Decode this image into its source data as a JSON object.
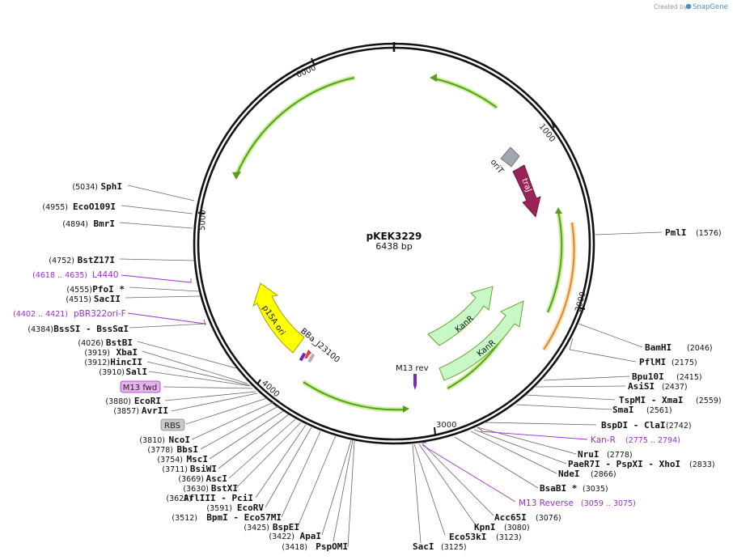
{
  "header": {
    "credit": "Created by",
    "brand": "SnapGene"
  },
  "plasmid": {
    "name": "pKEK3229",
    "size": "6438 bp",
    "length": 6438
  },
  "ticks": [
    "1000",
    "2000",
    "3000",
    "4000",
    "5000",
    "6000"
  ],
  "enzymes": [
    {
      "name": "PmlI",
      "pos": "(1576)"
    },
    {
      "name": "BamHI",
      "pos": "(2046)"
    },
    {
      "name": "PflMI",
      "pos": "(2175)"
    },
    {
      "name": "Bpu10I",
      "pos": "(2415)"
    },
    {
      "name": "AsiSI",
      "pos": "(2437)"
    },
    {
      "name": "TspMI - XmaI",
      "pos": "(2559)"
    },
    {
      "name": "SmaI",
      "pos": "(2561)"
    },
    {
      "name": "BspDI - ClaI",
      "pos": "(2742)"
    },
    {
      "name": "NruI",
      "pos": "(2778)"
    },
    {
      "name": "PaeR7I - PspXI - XhoI",
      "pos": "(2833)"
    },
    {
      "name": "NdeI",
      "pos": "(2866)"
    },
    {
      "name": "BsaBI *",
      "pos": "(3035)"
    },
    {
      "name": "Acc65I",
      "pos": "(3076)"
    },
    {
      "name": "KpnI",
      "pos": "(3080)"
    },
    {
      "name": "Eco53kI",
      "pos": "(3123)"
    },
    {
      "name": "SacI",
      "pos": "(3125)"
    },
    {
      "name": "SphI",
      "pos": "(5034)"
    },
    {
      "name": "EcoO109I",
      "pos": "(4955)"
    },
    {
      "name": "BmrI",
      "pos": "(4894)"
    },
    {
      "name": "BstZ17I",
      "pos": "(4752)"
    },
    {
      "name": "PfoI *",
      "pos": "(4555)"
    },
    {
      "name": "SacII",
      "pos": "(4515)"
    },
    {
      "name": "BssSI - BssSαI",
      "pos": "(4384)"
    },
    {
      "name": "BstBI",
      "pos": "(4026)"
    },
    {
      "name": "XbaI",
      "pos": "(3919)"
    },
    {
      "name": "HincII",
      "pos": "(3912)"
    },
    {
      "name": "SalI",
      "pos": "(3910)"
    },
    {
      "name": "EcoRI",
      "pos": "(3880)"
    },
    {
      "name": "AvrII",
      "pos": "(3857)"
    },
    {
      "name": "NcoI",
      "pos": "(3810)"
    },
    {
      "name": "BbsI",
      "pos": "(3778)"
    },
    {
      "name": "MscI",
      "pos": "(3754)"
    },
    {
      "name": "BsiWI",
      "pos": "(3711)"
    },
    {
      "name": "AscI",
      "pos": "(3669)"
    },
    {
      "name": "BstXI",
      "pos": "(3630)"
    },
    {
      "name": "AflIII - PciI",
      "pos": "(3627)"
    },
    {
      "name": "EcoRV",
      "pos": "(3591)"
    },
    {
      "name": "BpmI - Eco57MI",
      "pos": "(3512)"
    },
    {
      "name": "BspEI",
      "pos": "(3425)"
    },
    {
      "name": "ApaI",
      "pos": "(3422)"
    },
    {
      "name": "PspOMI",
      "pos": "(3418)"
    }
  ],
  "primers": [
    {
      "name": "L4440",
      "range": "(4618 .. 4635)"
    },
    {
      "name": "pBR322ori-F",
      "range": "(4402 .. 4421)"
    },
    {
      "name": "Kan-R",
      "range": "(2775 .. 2794)"
    },
    {
      "name": "M13 Reverse",
      "range": "(3059 .. 3075)"
    }
  ],
  "features": {
    "oriT": "oriT",
    "traJ": "traJ",
    "kanR1": "KanR",
    "kanR2": "KanR",
    "p15a": "p15A ori",
    "promoter": "BBa_J23100",
    "m13rev": "M13 rev",
    "m13fwd": "M13 fwd",
    "rbs": "RBS"
  },
  "colors": {
    "backbone": "#111111",
    "orf": "#5a9e1a",
    "orf_glow": "#c8f0a0",
    "trai": "#9b2257",
    "kanr": "#c8f7c8",
    "ori": "#ffff00",
    "primer": "#9b30c8",
    "orit": "#a0a7ae"
  }
}
